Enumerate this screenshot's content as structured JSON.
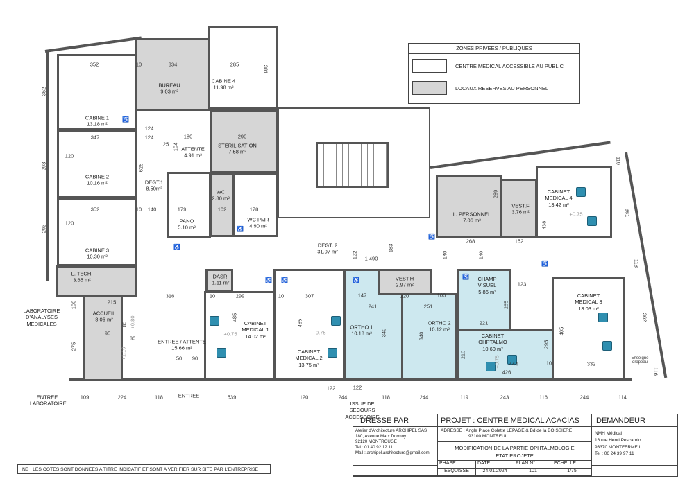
{
  "legend": {
    "title": "ZONES PRIVEES / PUBLIQUES",
    "items": [
      {
        "label": "CENTRE MEDICAL ACCESSIBLE AU PUBLIC",
        "color": "#ffffff"
      },
      {
        "label": "LOCAUX RESERVES AU PERSONNEL",
        "color": "#d6d6d6"
      }
    ]
  },
  "rooms": {
    "cabine1": {
      "name": "CABINE 1",
      "area": "13.18 m²"
    },
    "bureau": {
      "name": "BUREAU",
      "area": "9.03 m²"
    },
    "cabine4": {
      "name": "CABINE 4",
      "area": "11.98 m²"
    },
    "cabine2": {
      "name": "CABINE 2",
      "area": "10.16 m²"
    },
    "cabine3": {
      "name": "CABINE 3",
      "area": "10.30 m²"
    },
    "attente": {
      "name": "ATTENTE",
      "area": "4.91 m²"
    },
    "sterilisation": {
      "name": "STERILISATION",
      "area": "7.58 m²"
    },
    "degt1": {
      "name": "DEGT.1",
      "area": "8.50m²"
    },
    "pano": {
      "name": "PANO",
      "area": "5.10 m²"
    },
    "wc": {
      "name": "WC",
      "area": "2.80 m²"
    },
    "wcpmr": {
      "name": "WC PMR",
      "area": "4.90 m²"
    },
    "ltech": {
      "name": "L. TECH.",
      "area": "3.65 m²"
    },
    "accueil": {
      "name": "ACCUEIL",
      "area": "8.06 m²"
    },
    "labo": {
      "name": "LABORATOIRE D'ANALYSES MEDICALES"
    },
    "entree": {
      "name": "ENTREE / ATTENTE",
      "area": "15.66 m²"
    },
    "dasri": {
      "name": "DASRI",
      "area": "1.11 m²"
    },
    "cab1": {
      "name": "CABINET MEDICAL 1",
      "area": "14.02 m²"
    },
    "cab2": {
      "name": "CABINET MEDICAL 2",
      "area": "13.75 m²"
    },
    "degt2": {
      "name": "DEGT. 2",
      "area": "31.07 m²"
    },
    "vesth": {
      "name": "VEST.H",
      "area": "2.97 m²"
    },
    "ortho1": {
      "name": "ORTHO 1",
      "area": "10.18 m²"
    },
    "ortho2": {
      "name": "ORTHO 2",
      "area": "10.12 m²"
    },
    "champ": {
      "name": "CHAMP VISUEL",
      "area": "5.86 m²"
    },
    "ophtalmo": {
      "name": "CABINET OHPTALMO",
      "area": "10.60 m²"
    },
    "cab3": {
      "name": "CABINET MEDICAL 3",
      "area": "13.03 m²"
    },
    "lperso": {
      "name": "L. PERSONNEL",
      "area": "7.06 m²"
    },
    "vestf": {
      "name": "VEST.F",
      "area": "3.76 m²"
    },
    "cab4": {
      "name": "CABINET MEDICAL 4",
      "area": "13.42 m²"
    }
  },
  "dims": [
    "352",
    "334",
    "285",
    "381",
    "352",
    "10",
    "347",
    "124",
    "124",
    "180",
    "25",
    "104",
    "290",
    "626",
    "140",
    "179",
    "102",
    "178",
    "352",
    "293",
    "293",
    "120",
    "120",
    "316",
    "215",
    "95",
    "80",
    "30",
    "275",
    "100",
    "50",
    "90",
    "299",
    "307",
    "485",
    "485",
    "+0.75",
    "+0.75",
    "1 490",
    "122",
    "183",
    "140",
    "140",
    "268",
    "152",
    "438",
    "289",
    "147",
    "241",
    "251",
    "220",
    "340",
    "340",
    "100",
    "265",
    "221",
    "210",
    "295",
    "444",
    "426",
    "123",
    "405",
    "332",
    "119",
    "361",
    "118",
    "362",
    "116",
    "+1.10",
    "+0.80",
    "+0.75",
    "+0.75",
    "10",
    "10",
    "10",
    "10",
    "Enseigne drapeau"
  ],
  "bottom_dims": [
    "ENTREE LABORATOIRE",
    "109",
    "224",
    "118",
    "ENTREE",
    "539",
    "120",
    "244",
    "ISSUE DE SECOURS ACCESSOIRE",
    "118",
    "244",
    "119",
    "243",
    "116",
    "244",
    "114",
    "122",
    "122"
  ],
  "title_block": {
    "drawn_by_header": "DRESSE PAR",
    "firm": "Atelier d'Architecture ARCHIPEL SAS",
    "firm_address1": "180, Avenue Marx Dormoy",
    "firm_address2": "92120 MONTROUGE",
    "firm_tel": "Tel : 01 40 92 12 11",
    "firm_mail": "Mail : archipel.architecture@gmail.com",
    "project": "PROJET : CENTRE MEDICAL ACACIAS",
    "address1": "ADRESSE : Angle Place Colette LEPAGE & Bd de la BOISSIERE",
    "address2": "93100 MONTREUIL",
    "description1": "MODIFICATION DE LA PARTIE OPHTALMOLOGIE",
    "description2": "ETAT PROJETE",
    "phase_label": "PHASE :",
    "phase": "ESQUISSE",
    "date_label": "DATE :",
    "date": "24.01.2024",
    "plan_label": "PLAN N° :",
    "plan": "101",
    "scale_label": "ECHELLE :",
    "scale": "1/75",
    "client_header": "DEMANDEUR",
    "client": "NMH Médical",
    "client_address1": "16 rue Henri Pescarolo",
    "client_address2": "93370 MONTFERMEIL",
    "client_tel": "Tel : 06 24 39 97 11"
  },
  "note": "NB : LES COTES SONT DONNEES A TITRE INDICATIF  ET SONT A VERIFIER SUR SITE PAR L'ENTREPRISE"
}
